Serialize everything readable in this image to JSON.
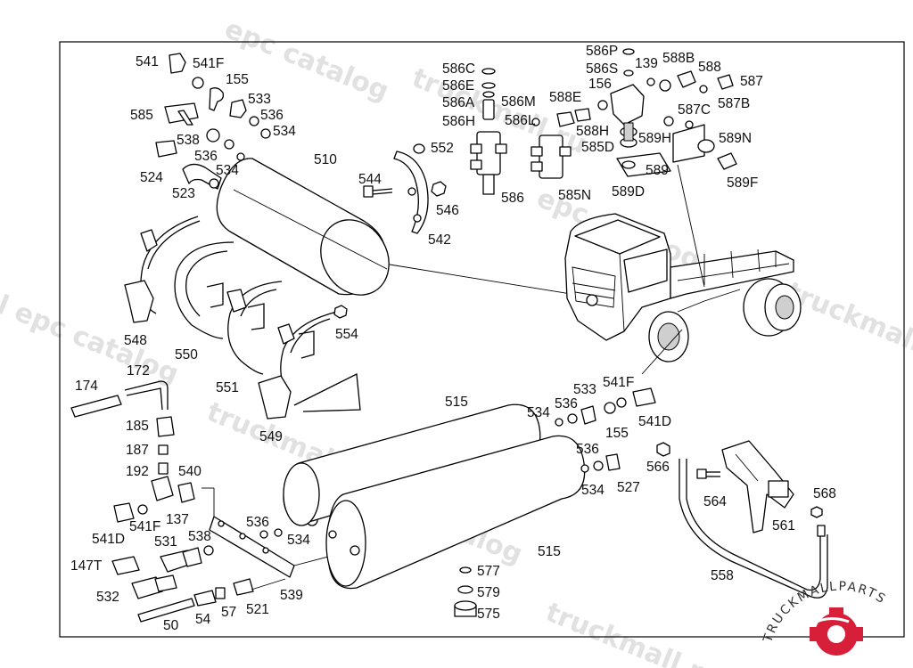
{
  "watermark": {
    "text_1": "epc catalog",
    "text_2": "truckmall.ru",
    "text_3": "truckmall.ru epc catalog",
    "text_4": "l epc catalog",
    "text_5": "truckmall.ru e"
  },
  "logo": {
    "text": "TRUCKMALLPARTS",
    "color_primary": "#d81f3a",
    "color_secondary": "#333333"
  },
  "labels": {
    "l541": "541",
    "l541F": "541F",
    "l155": "155",
    "l533": "533",
    "l536": "536",
    "l534": "534",
    "l585": "585",
    "l538": "538",
    "l536b": "536",
    "l534b": "534",
    "l524": "524",
    "l523": "523",
    "l510": "510",
    "l552": "552",
    "l544": "544",
    "l546": "546",
    "l542": "542",
    "l586C": "586C",
    "l586E": "586E",
    "l586A": "586A",
    "l586H": "586H",
    "l586M": "586M",
    "l586L": "586L",
    "l586": "586",
    "l588E": "588E",
    "l585N": "585N",
    "l586P": "586P",
    "l586S": "586S",
    "l139": "139",
    "l588B": "588B",
    "l588": "588",
    "l587": "587",
    "l156": "156",
    "l587C": "587C",
    "l587B": "587B",
    "l588H": "588H",
    "l589H": "589H",
    "l589N": "589N",
    "l585D": "585D",
    "l589": "589",
    "l589F": "589F",
    "l589D": "589D",
    "l548": "548",
    "l550": "550",
    "l554": "554",
    "l551": "551",
    "l549": "549",
    "l174": "174",
    "l172": "172",
    "l185": "185",
    "l187": "187",
    "l192": "192",
    "l540": "540",
    "l541D": "541D",
    "l541Fb": "541F",
    "l137": "137",
    "l538b": "538",
    "l531": "531",
    "l536c": "536",
    "l534c": "534",
    "l147T": "147T",
    "l532": "532",
    "l539": "539",
    "l50": "50",
    "l54": "54",
    "l57": "57",
    "l521": "521",
    "l515a": "515",
    "l534d": "534",
    "l536d": "536",
    "l533b": "533",
    "l541Fc": "541F",
    "l155b": "155",
    "l541Db": "541D",
    "l536e": "536",
    "l534e": "534",
    "l527": "527",
    "l566": "566",
    "l564": "564",
    "l561": "561",
    "l568": "568",
    "l558": "558",
    "l515b": "515",
    "l577": "577",
    "l579": "579",
    "l575": "575"
  }
}
